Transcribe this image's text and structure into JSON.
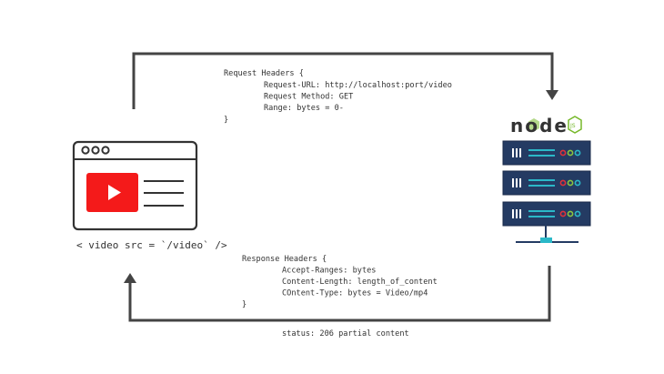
{
  "client": {
    "icon": "browser-window-with-video-player-icon",
    "label": "< video src = `/video` />"
  },
  "server": {
    "logo_text": "node",
    "logo_badge": "JS",
    "rack_units": 3,
    "colors": {
      "rack": "#243b63",
      "accent": "#2bb8c8",
      "red": "#e0303a",
      "green": "#8cc63f",
      "logo_green": "#76b82a"
    }
  },
  "request": {
    "lines": [
      "Request Headers {",
      "Request-URL: http://localhost:port/video",
      "Request Method: GET",
      "Range: bytes = 0-",
      "}"
    ]
  },
  "response": {
    "lines": [
      "Response Headers {",
      "Accept-Ranges: bytes",
      "Content-Length: length_of_content",
      "COntent-Type: bytes = Video/mp4",
      "}"
    ],
    "status": "status: 206 partial content"
  }
}
